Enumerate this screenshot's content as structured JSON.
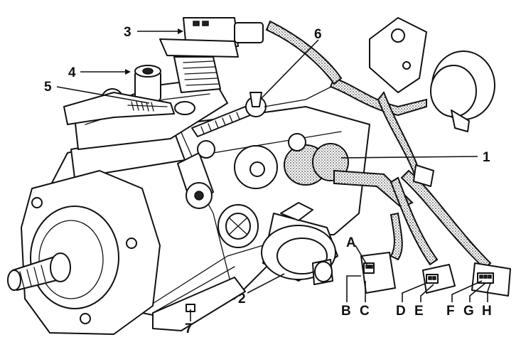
{
  "callouts": {
    "c1": "1",
    "c2": "2",
    "c3": "3",
    "c4": "4",
    "c5": "5",
    "c6": "6",
    "c7": "7",
    "cA": "A",
    "cB": "B",
    "cC": "C",
    "cD": "D",
    "cE": "E",
    "cF": "F",
    "cG": "G",
    "cH": "H"
  }
}
